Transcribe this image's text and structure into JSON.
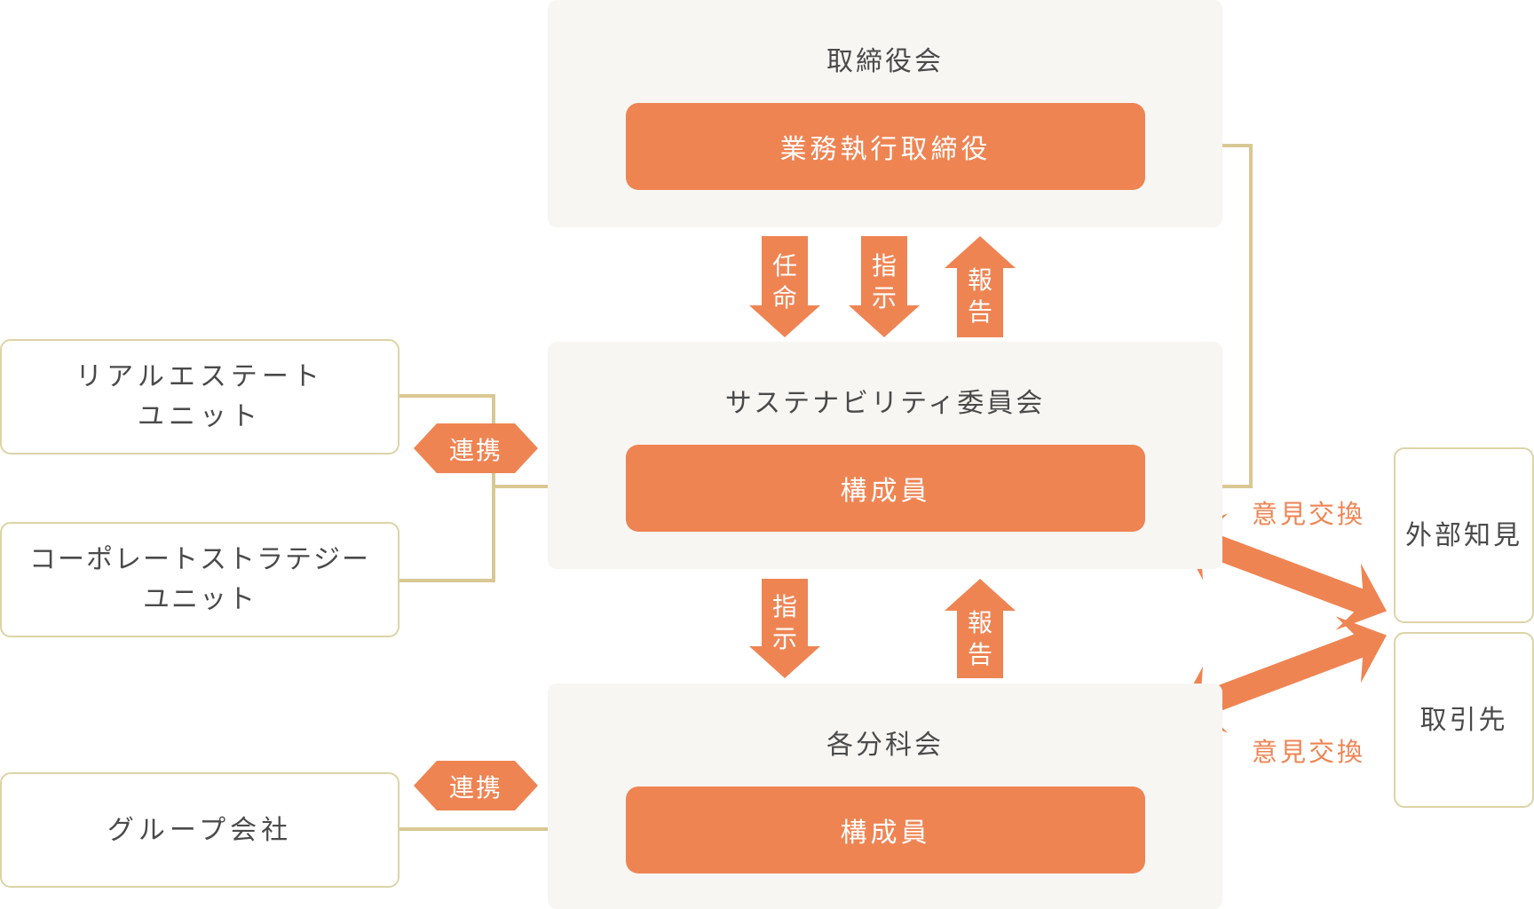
{
  "board": {
    "title": "取締役会",
    "bar": "業務執行取締役"
  },
  "committee": {
    "title": "サステナビリティ委員会",
    "bar": "構成員"
  },
  "subcommittee": {
    "title": "各分科会",
    "bar": "構成員"
  },
  "arrows_top": {
    "appoint": [
      "任",
      "命"
    ],
    "instruct": [
      "指",
      "示"
    ],
    "report": [
      "報",
      "告"
    ]
  },
  "arrows_mid": {
    "instruct": [
      "指",
      "示"
    ],
    "report": [
      "報",
      "告"
    ]
  },
  "left": {
    "realestate": [
      "リアルエステート",
      "ユニット"
    ],
    "corporate": [
      "コーポレートストラテジー",
      "ユニット"
    ],
    "group": "グループ会社",
    "link1": "連携",
    "link2": "連携"
  },
  "right": {
    "experts": "外部知見",
    "clients": "取引先",
    "exchange1": "意見交換",
    "exchange2": "意見交換"
  },
  "colors": {
    "accent": "#ef8453",
    "panel": "#f7f6f2",
    "line": "#d9c893",
    "box_border": "#ddd3a6"
  }
}
